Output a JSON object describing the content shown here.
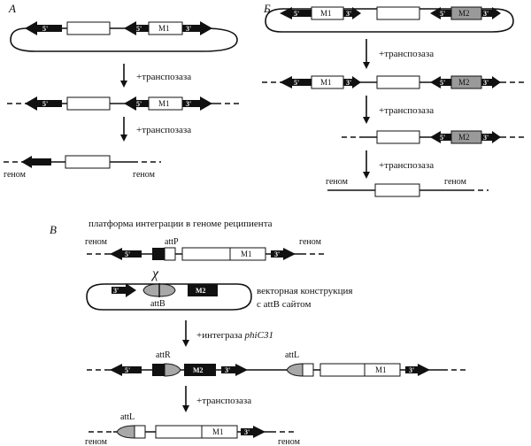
{
  "panels": {
    "a": "А",
    "b": "Б",
    "c": "В"
  },
  "step_labels": {
    "transposase": "+транспозаза",
    "integrase_prefix": "+интеграза ",
    "integrase_name": "phiC31"
  },
  "element_labels": {
    "m1": "M1",
    "m2": "M2",
    "five_prime": "5'",
    "three_prime": "3'",
    "attP": "attP",
    "attB": "attB",
    "attR": "attR",
    "attL": "attL",
    "chi": "χ"
  },
  "genome_label": "геном",
  "captions": {
    "platform": "платформа интеграции в геноме реципиента",
    "vector_line1": "векторная конструкция",
    "vector_line2": "с attB сайтом"
  },
  "colors": {
    "ink": "#111111",
    "m2_fill": "#9a9a9a",
    "att_grey": "#a8a8a8"
  }
}
